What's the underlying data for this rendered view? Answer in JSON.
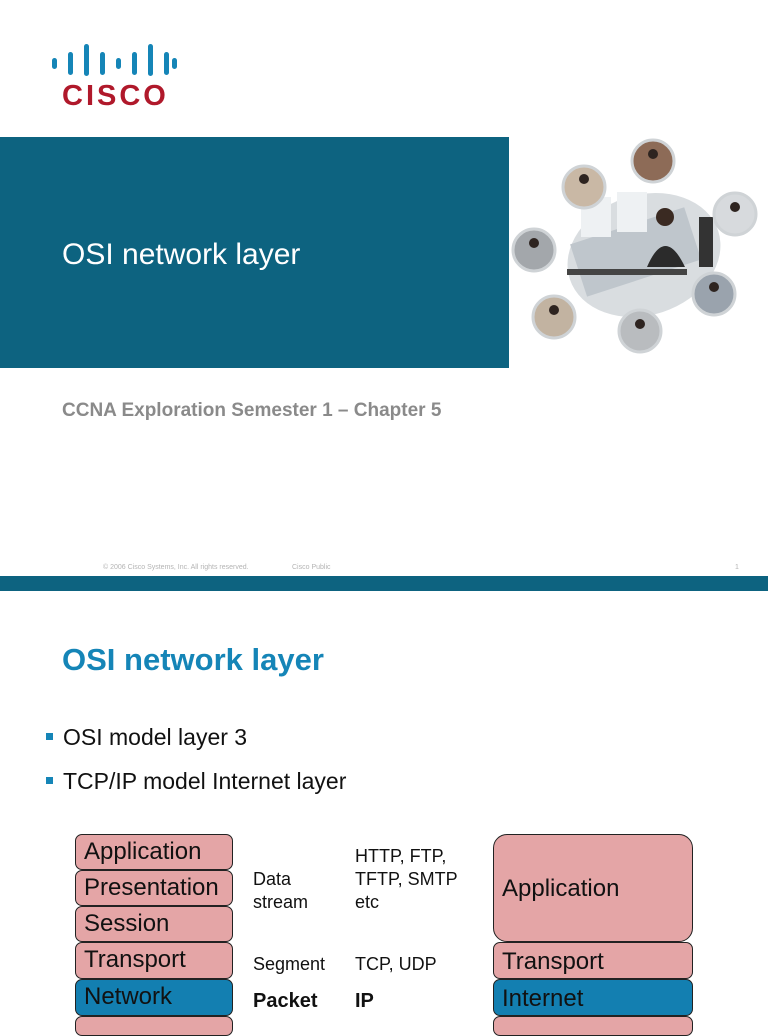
{
  "slide1": {
    "logo": {
      "text": "CISCO",
      "icon": "cisco-bars-logo"
    },
    "title": "OSI network layer",
    "photo_collage": {
      "icon": "people-photo-collage"
    },
    "subtitle": "CCNA Exploration Semester 1 – Chapter 5",
    "footer": {
      "copyright": "© 2006 Cisco Systems, Inc. All rights reserved.",
      "classification": "Cisco Public",
      "page_number": "1"
    }
  },
  "slide2": {
    "title": "OSI network layer",
    "bullets": [
      "OSI model layer 3",
      "TCP/IP model Internet layer"
    ],
    "osi_layers": [
      "Application",
      "Presentation",
      "Session",
      "Transport",
      "Network"
    ],
    "pdu": {
      "data": "Data stream",
      "segment": "Segment",
      "packet": "Packet"
    },
    "protocols": {
      "upper": "HTTP, FTP, TFTP, SMTP etc",
      "transport": "TCP, UDP",
      "network": "IP"
    },
    "tcpip_layers": [
      "Application",
      "Transport",
      "Internet"
    ]
  },
  "colors": {
    "banner_blue": "#0d6380",
    "cisco_red": "#b0192b",
    "title_blue": "#1585b7",
    "layer_pink": "#e4a5a6",
    "network_blue": "#137fb1"
  }
}
